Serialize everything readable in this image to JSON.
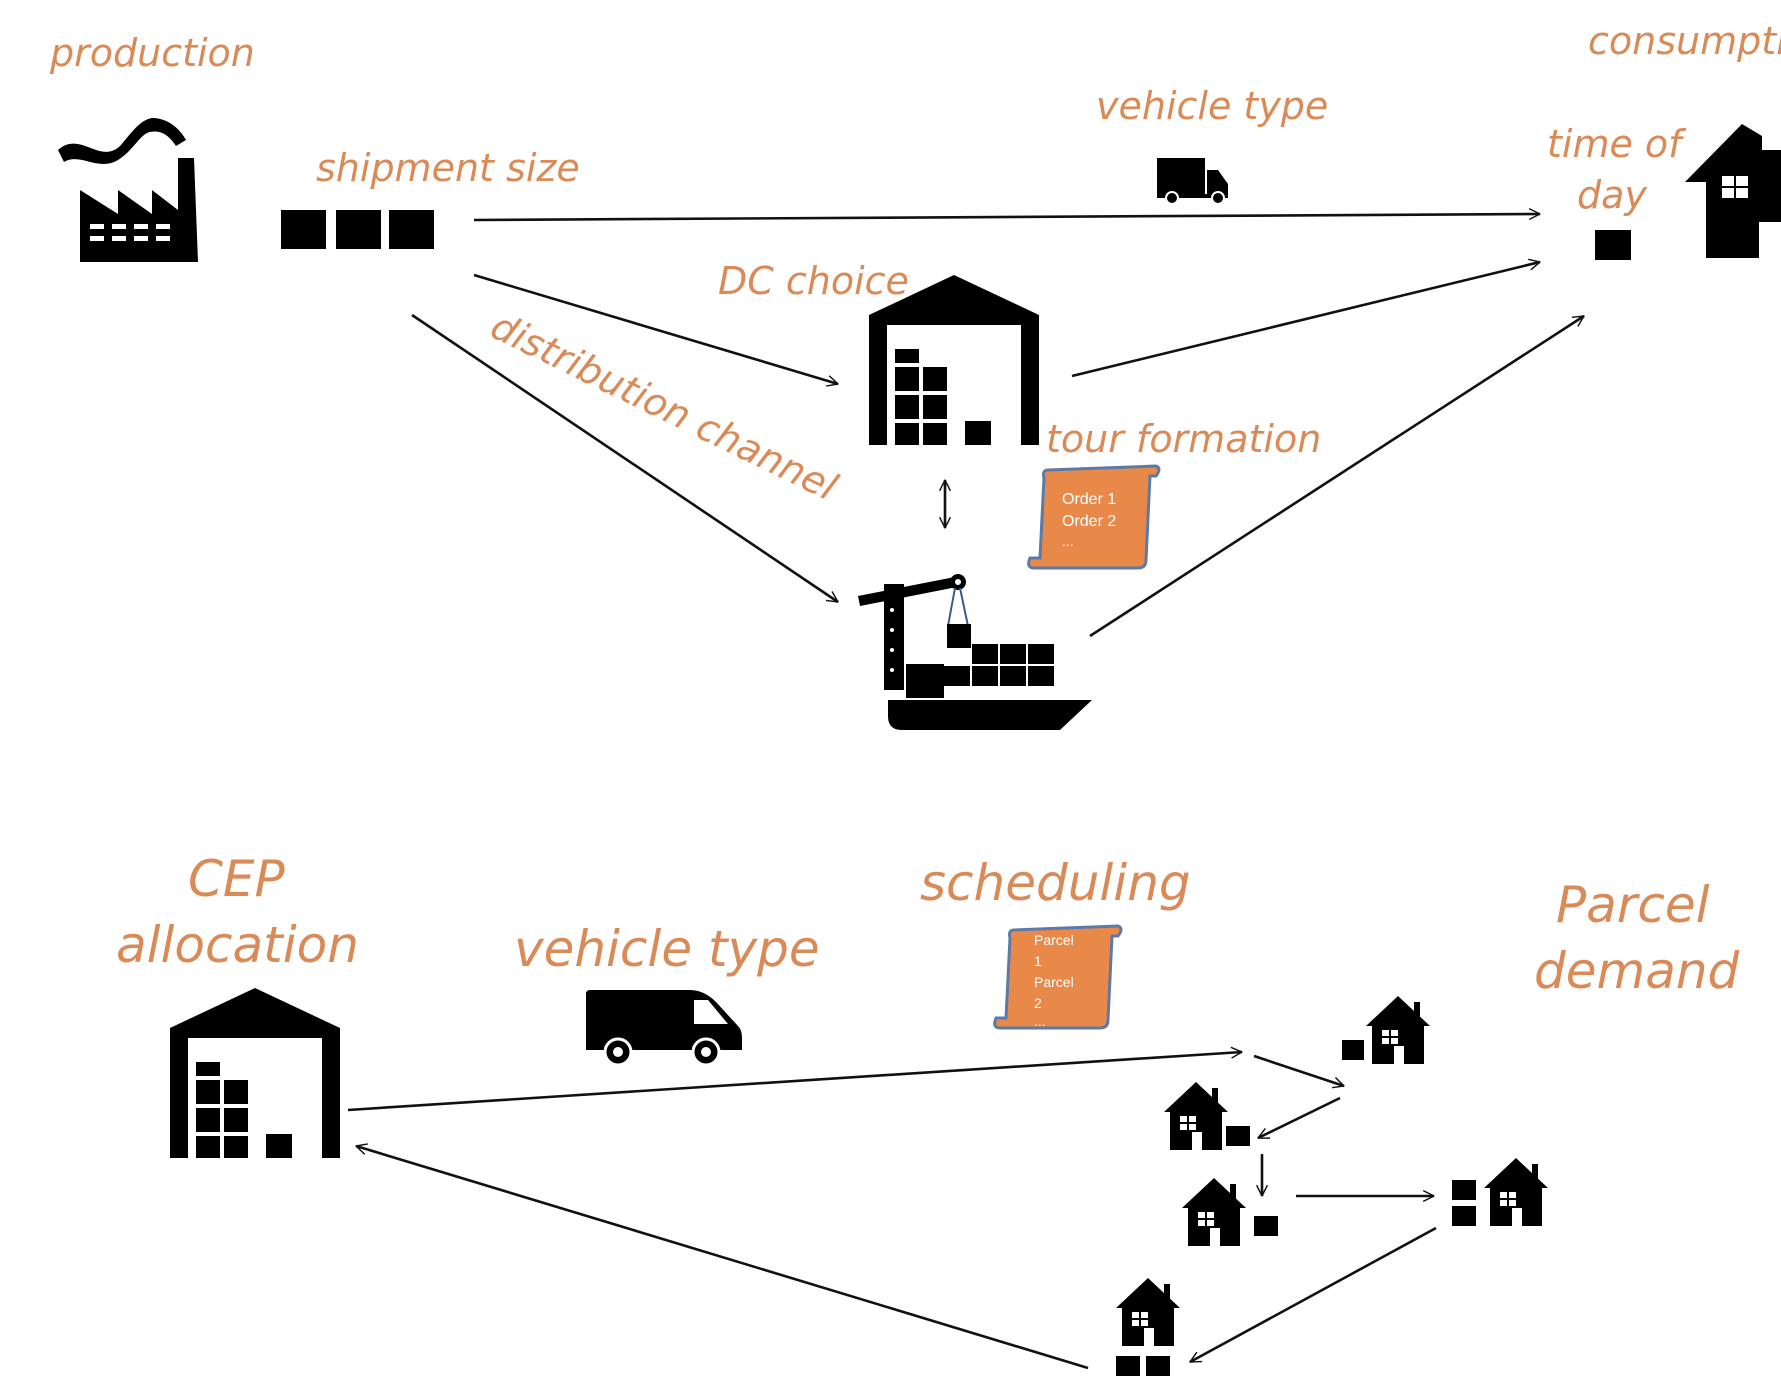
{
  "colors": {
    "label": "#d98a57",
    "note_fill": "#e8894a",
    "note_stroke": "#5b7aa8",
    "ink": "#000000"
  },
  "labels": {
    "production": "production",
    "consumption": "consumptio",
    "shipment_size": "shipment size",
    "vehicle_type_top": "vehicle type",
    "time_of_day_line1": "time of",
    "time_of_day_line2": "day",
    "dc_choice": "DC choice",
    "distribution_channel": "distribution channel",
    "tour_formation": "tour formation",
    "cep_allocation_line1": "CEP",
    "cep_allocation_line2": "allocation",
    "vehicle_type_bottom": "vehicle type",
    "scheduling": "scheduling",
    "parcel_demand_line1": "Parcel",
    "parcel_demand_line2": "demand"
  },
  "notes": {
    "orders": [
      "Order 1",
      "Order 2",
      "..."
    ],
    "parcels": [
      "Parcel",
      "1",
      "Parcel",
      "2",
      "..."
    ]
  },
  "icons": [
    "factory-icon",
    "house-icon",
    "truck-icon",
    "warehouse-icon",
    "crane-ship-icon",
    "van-icon",
    "scroll-note-icon",
    "box-icon"
  ]
}
